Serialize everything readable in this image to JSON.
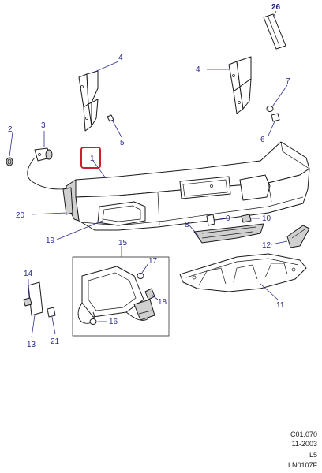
{
  "callouts": {
    "c1": "1",
    "c2": "2",
    "c3": "3",
    "c4a": "4",
    "c4b": "4",
    "c5": "5",
    "c6": "6",
    "c7": "7",
    "c8": "8",
    "c9": "9",
    "c10": "10",
    "c11": "11",
    "c12": "12",
    "c13": "13",
    "c14": "14",
    "c15": "15",
    "c16": "16",
    "c17": "17",
    "c18": "18",
    "c19": "19",
    "c20": "20",
    "c21": "21",
    "c26": "26"
  },
  "highlight_color": "#cc1f2d",
  "reference": {
    "line1": "C01.070",
    "line2": "11-2003",
    "line3": "L5",
    "line4": "LN0107F"
  }
}
